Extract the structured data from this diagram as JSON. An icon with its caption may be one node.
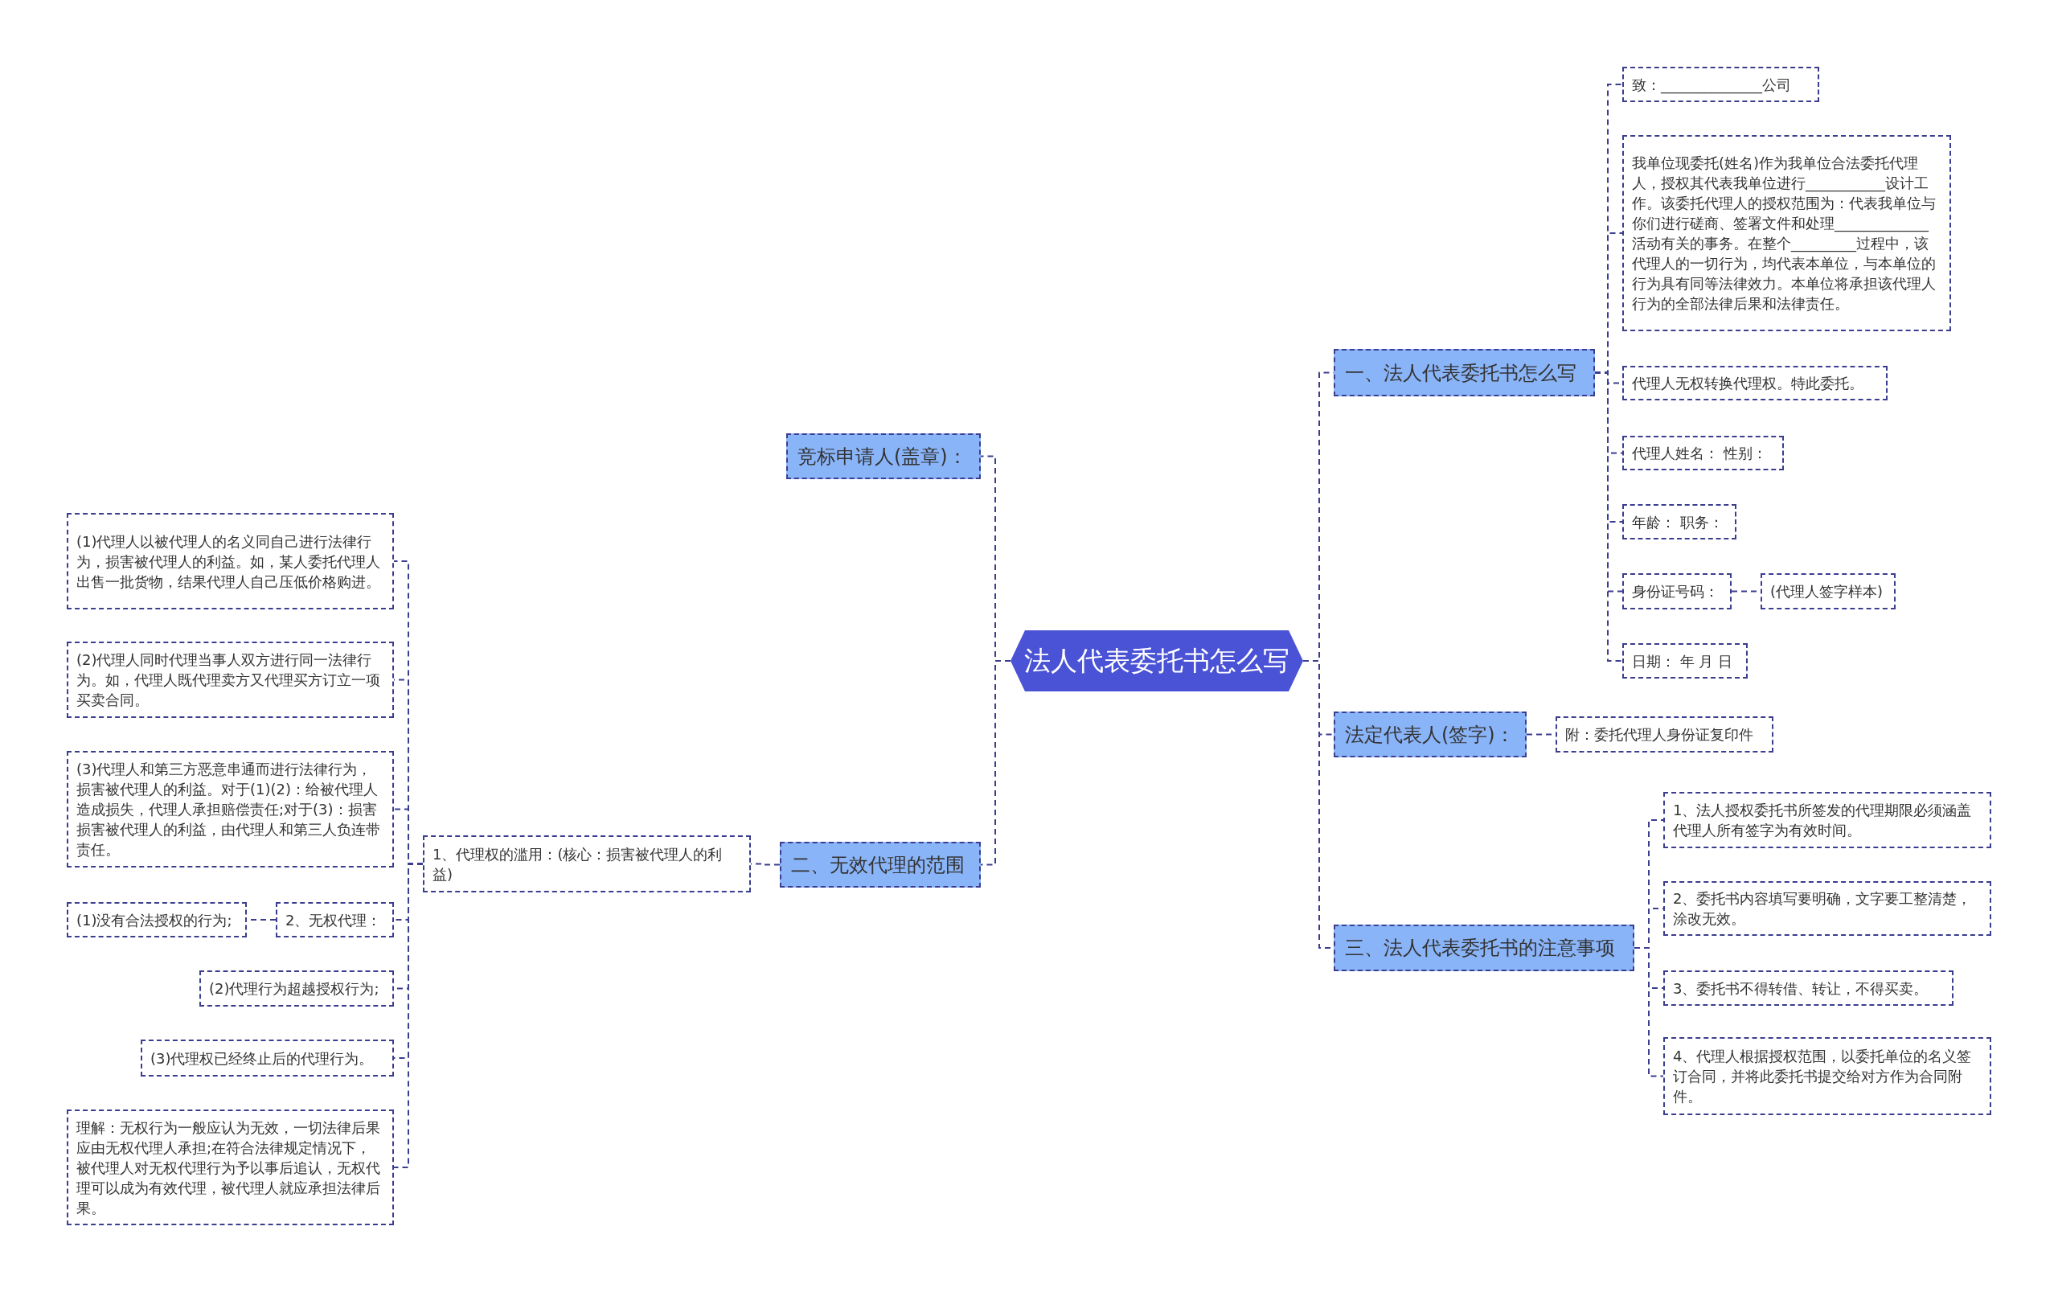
{
  "diagram": {
    "nodes": [
      {
        "text": [
          "法人代表委托书怎么写"
        ]
      },
      {
        "text": [
          "竞标申请人(盖章)："
        ]
      },
      {
        "text": [
          "二、无效代理的范围"
        ]
      },
      {
        "text": [
          "1、代理权的滥用：(核心：损害被代理人的利益)"
        ]
      },
      {
        "text": [
          "(1)代理人以被代理人的名义同自己进行法律行为，损害被代理人的利益。如，某人委托代理人出售一批货物，结果代理人自己压低价格购进。"
        ]
      },
      {
        "text": [
          "(2)代理人同时代理当事人双方进行同一法律行为。如，代理人既代理卖方又代理买方订立一项买卖合同。"
        ]
      },
      {
        "text": [
          "(3)代理人和第三方恶意串通而进行法律行为，损害被代理人的利益。对于(1)(2)：给被代理人造成损失，代理人承担赔偿责任;对于(3)：损害损害被代理人的利益，由代理人和第三人负连带责任。"
        ]
      },
      {
        "text": [
          "2、无权代理："
        ]
      },
      {
        "text": [
          "(1)没有合法授权的行为;"
        ]
      },
      {
        "text": [
          "(2)代理行为超越授权行为;"
        ]
      },
      {
        "text": [
          "(3)代理权已经终止后的代理行为。"
        ]
      },
      {
        "text": [
          "理解：无权行为一般应认为无效，一切法律后果应由无权代理人承担;在符合法律规定情况下，被代理人对无权代理行为予以事后追认，无权代理可以成为有效代理，被代理人就应承担法律后果。"
        ]
      },
      {
        "text": [
          "一、法人代表委托书怎么写"
        ]
      },
      {
        "text": [
          "致：______________公司"
        ]
      },
      {
        "text": [
          "我单位现委托(姓名)作为我单位合法委托代理人，授权其代表我单位进行___________设计工作。该委托代理人的授权范围为：代表我单位与你们进行磋商、签署文件和处理_____________活动有关的事务。在整个_________过程中，该代理人的一切行为，均代表本单位，与本单位的行为具有同等法律效力。本单位将承担该代理人行为的全部法律后果和法律责任。"
        ]
      },
      {
        "text": [
          "代理人无权转换代理权。特此委托。"
        ]
      },
      {
        "text": [
          "代理人姓名： 性别："
        ]
      },
      {
        "text": [
          "年龄： 职务："
        ]
      },
      {
        "text": [
          "身份证号码："
        ]
      },
      {
        "text": [
          "(代理人签字样本)"
        ]
      },
      {
        "text": [
          "日期： 年 月 日"
        ]
      },
      {
        "text": [
          "法定代表人(签字)："
        ]
      },
      {
        "text": [
          "附：委托代理人身份证复印件"
        ]
      },
      {
        "text": [
          "三、法人代表委托书的注意事项"
        ]
      },
      {
        "text": [
          "1、法人授权委托书所签发的代理期限必须涵盖代理人所有签字为有效时间。"
        ]
      },
      {
        "text": [
          "2、委托书内容填写要明确，文字要工整清楚，涂改无效。"
        ]
      },
      {
        "text": [
          "3、委托书不得转借、转让，不得买卖。"
        ]
      },
      {
        "text": [
          "4、代理人根据授权范围，以委托单位的名义签订合同，并将此委托书提交给对方作为合同附件。"
        ]
      }
    ],
    "edges": [
      {
        "from": 0,
        "to": 1,
        "arrow": "none",
        "style": "dashed"
      },
      {
        "from": 0,
        "to": 2,
        "arrow": "none",
        "style": "dashed"
      },
      {
        "from": 2,
        "to": 3,
        "arrow": "none",
        "style": "dashed"
      },
      {
        "from": 3,
        "to": 4,
        "arrow": "none",
        "style": "dashed"
      },
      {
        "from": 3,
        "to": 5,
        "arrow": "none",
        "style": "dashed"
      },
      {
        "from": 3,
        "to": 6,
        "arrow": "none",
        "style": "dashed"
      },
      {
        "from": 3,
        "to": 7,
        "arrow": "none",
        "style": "dashed"
      },
      {
        "from": 7,
        "to": 8,
        "arrow": "none",
        "style": "dashed"
      },
      {
        "from": 3,
        "to": 9,
        "arrow": "none",
        "style": "dashed"
      },
      {
        "from": 3,
        "to": 10,
        "arrow": "none",
        "style": "dashed"
      },
      {
        "from": 3,
        "to": 11,
        "arrow": "none",
        "style": "dashed"
      },
      {
        "from": 0,
        "to": 12,
        "arrow": "none",
        "style": "dashed"
      },
      {
        "from": 12,
        "to": 13,
        "arrow": "none",
        "style": "dashed"
      },
      {
        "from": 12,
        "to": 14,
        "arrow": "none",
        "style": "dashed"
      },
      {
        "from": 12,
        "to": 15,
        "arrow": "none",
        "style": "dashed"
      },
      {
        "from": 12,
        "to": 16,
        "arrow": "none",
        "style": "dashed"
      },
      {
        "from": 12,
        "to": 17,
        "arrow": "none",
        "style": "dashed"
      },
      {
        "from": 12,
        "to": 18,
        "arrow": "none",
        "style": "dashed"
      },
      {
        "from": 18,
        "to": 19,
        "arrow": "none",
        "style": "dashed"
      },
      {
        "from": 12,
        "to": 20,
        "arrow": "none",
        "style": "dashed"
      },
      {
        "from": 0,
        "to": 21,
        "arrow": "none",
        "style": "dashed"
      },
      {
        "from": 21,
        "to": 22,
        "arrow": "none",
        "style": "dashed"
      },
      {
        "from": 0,
        "to": 23,
        "arrow": "none",
        "style": "dashed"
      },
      {
        "from": 23,
        "to": 24,
        "arrow": "none",
        "style": "dashed"
      },
      {
        "from": 23,
        "to": 25,
        "arrow": "none",
        "style": "dashed"
      },
      {
        "from": 23,
        "to": 26,
        "arrow": "none",
        "style": "dashed"
      },
      {
        "from": 23,
        "to": 27,
        "arrow": "none",
        "style": "dashed"
      }
    ]
  }
}
